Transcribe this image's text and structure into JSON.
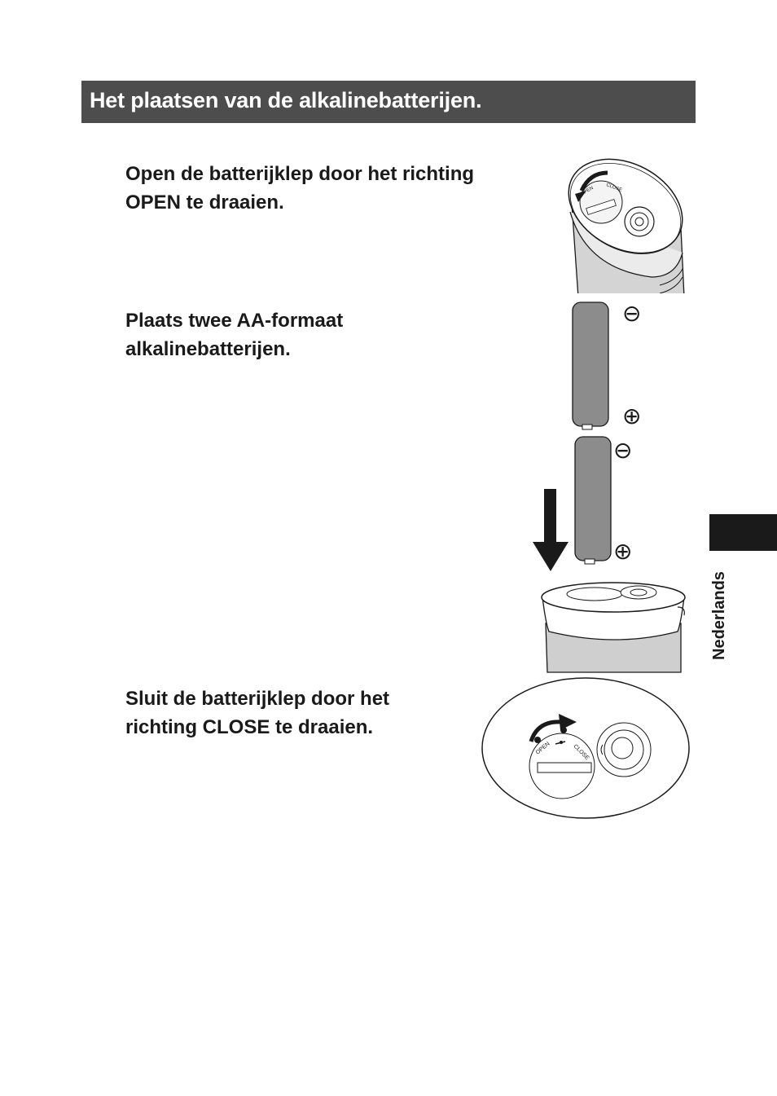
{
  "header": {
    "title": "Het plaatsen van de alkalinebatterijen."
  },
  "steps": [
    {
      "lines": [
        "Open de batterijklep door het richting",
        "OPEN te draaien."
      ]
    },
    {
      "lines": [
        "Plaats twee AA-formaat",
        "alkalinebatterijen."
      ]
    },
    {
      "lines": [
        "Sluit de batterijklep door het",
        "richting CLOSE te draaien."
      ]
    }
  ],
  "side_tab": {
    "label": "Nederlands"
  },
  "figures": {
    "cap_open": {
      "open_label": "OPEN",
      "close_label": "CLOSE"
    },
    "batteries": {
      "minus_symbol": "⊖",
      "plus_symbol": "⊕"
    },
    "cap_close": {
      "open_label": "OPEN",
      "close_label": "CLOSE"
    }
  },
  "colors": {
    "header_bg": "#4d4d4d",
    "tab_bg": "#1a1a1a",
    "battery_fill": "#8c8c8c",
    "body_grey": "#cfcfcf"
  }
}
